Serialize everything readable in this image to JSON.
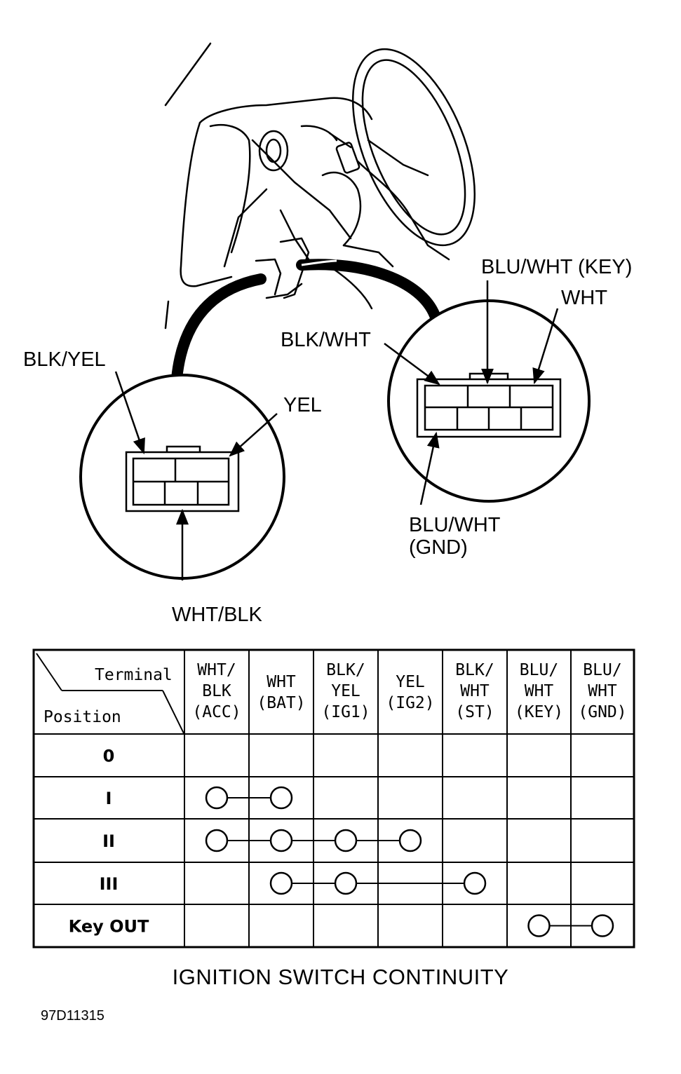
{
  "labels": {
    "left_connector": {
      "top_left": "BLK/YEL",
      "top_right": "YEL",
      "bottom": "WHT/BLK"
    },
    "right_connector": {
      "top_left": "BLK/WHT",
      "top_center": "BLU/WHT (KEY)",
      "top_right": "WHT",
      "bottom_line1": "BLU/WHT",
      "bottom_line2": "(GND)"
    }
  },
  "table": {
    "corner_top": "Terminal",
    "corner_bottom": "Position",
    "columns": [
      {
        "line1": "WHT/",
        "line2": "BLK",
        "line3": "(ACC)"
      },
      {
        "line1": "WHT",
        "line2": "(BAT)",
        "line3": ""
      },
      {
        "line1": "BLK/",
        "line2": "YEL",
        "line3": "(IG1)"
      },
      {
        "line1": "YEL",
        "line2": "(IG2)",
        "line3": ""
      },
      {
        "line1": "BLK/",
        "line2": "WHT",
        "line3": "(ST)"
      },
      {
        "line1": "BLU/",
        "line2": "WHT",
        "line3": "(KEY)"
      },
      {
        "line1": "BLU/",
        "line2": "WHT",
        "line3": "(GND)"
      }
    ],
    "rows": [
      {
        "position": "0",
        "continuity": []
      },
      {
        "position": "I",
        "continuity": [
          0,
          1
        ]
      },
      {
        "position": "II",
        "continuity": [
          0,
          1,
          2,
          3
        ]
      },
      {
        "position": "III",
        "continuity": [
          1,
          2,
          4
        ]
      },
      {
        "position": "Key OUT",
        "continuity": [
          5,
          6
        ]
      }
    ]
  },
  "caption": "IGNITION SWITCH CONTINUITY",
  "figure_id": "97D11315"
}
